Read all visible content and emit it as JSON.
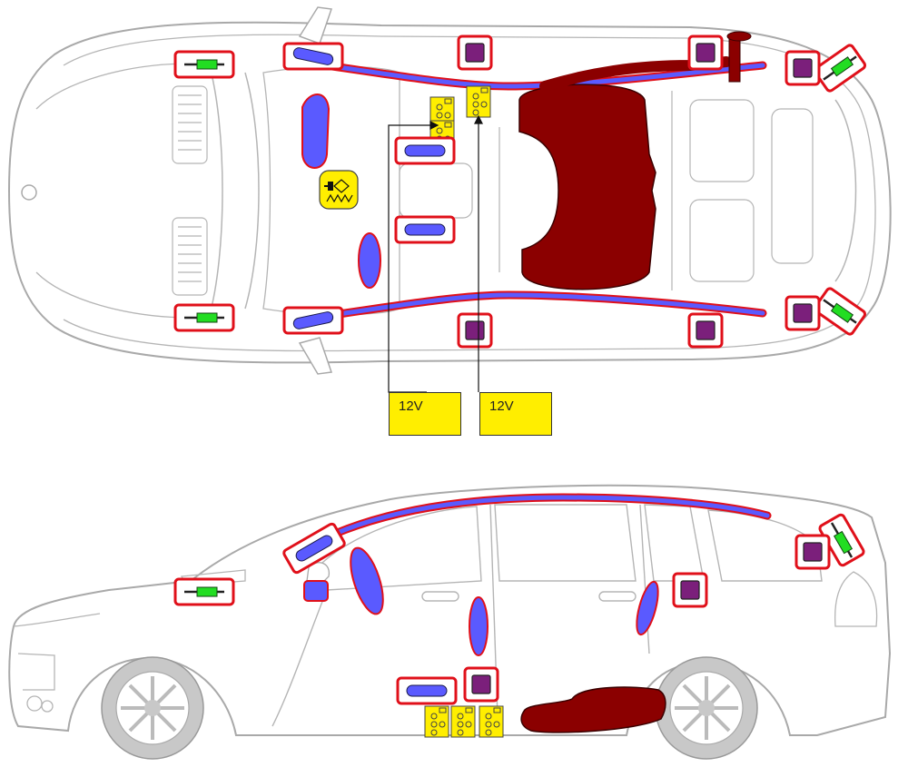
{
  "callouts": [
    {
      "id": "battery-front",
      "label": "12V"
    },
    {
      "id": "battery-rear",
      "label": "12V"
    }
  ],
  "colors": {
    "outline": "#a9a9a9",
    "fuel_tank": "#8b0000",
    "airbag": "#5a5aff",
    "highlight": "#e0101a",
    "sensor": "#7b1f7b",
    "pretensioner": "#22dd22",
    "battery": "#ffee00",
    "wheel": "#c8c8c8"
  },
  "icons": {
    "battery": "battery-icon",
    "igniter": "gas-generator-icon",
    "sensor": "crash-sensor-icon",
    "pretensioner": "belt-pretensioner-icon",
    "airbag": "airbag-cylinder-icon"
  }
}
